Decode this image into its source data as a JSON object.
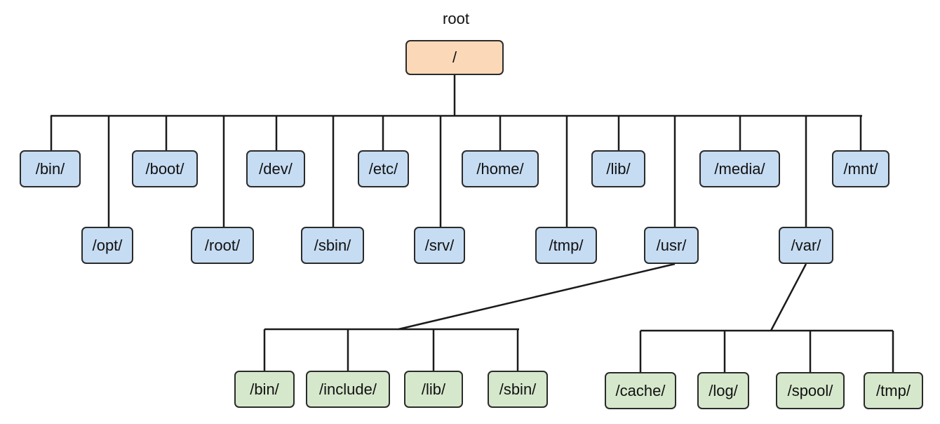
{
  "root_caption": "root",
  "root": {
    "label": "/"
  },
  "level1": [
    {
      "label": "/bin/"
    },
    {
      "label": "/opt/"
    },
    {
      "label": "/boot/"
    },
    {
      "label": "/root/"
    },
    {
      "label": "/dev/"
    },
    {
      "label": "/sbin/"
    },
    {
      "label": "/etc/"
    },
    {
      "label": "/srv/"
    },
    {
      "label": "/home/"
    },
    {
      "label": "/tmp/"
    },
    {
      "label": "/lib/"
    },
    {
      "label": "/usr/"
    },
    {
      "label": "/media/"
    },
    {
      "label": "/var/"
    },
    {
      "label": "/mnt/"
    }
  ],
  "usr_children": [
    {
      "label": "/bin/"
    },
    {
      "label": "/include/"
    },
    {
      "label": "/lib/"
    },
    {
      "label": "/sbin/"
    }
  ],
  "var_children": [
    {
      "label": "/cache/"
    },
    {
      "label": "/log/"
    },
    {
      "label": "/spool/"
    },
    {
      "label": "/tmp/"
    }
  ],
  "colors": {
    "root_fill": "#fbd9b8",
    "level1_fill": "#c6dcf2",
    "leaf_fill": "#d6e8cc",
    "line": "#1a1a1a"
  }
}
